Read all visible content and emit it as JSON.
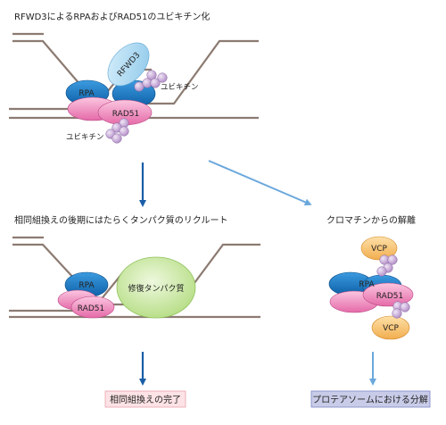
{
  "panel_top": {
    "title": "RFWD3によるRPAおよびRAD51のユビキチン化",
    "rpa": "RPA",
    "rfwd3": "RFWD3",
    "rad51": "RAD51",
    "ub_label_1": "ユビキチン",
    "ub_label_2": "ユビキチン"
  },
  "panel_left": {
    "title": "相同組換えの後期にはたらくタンパク質のリクルート",
    "rpa": "RPA",
    "rad51": "RAD51",
    "repair_protein": "修復タンパク質",
    "result": "相同組換えの完了"
  },
  "panel_right": {
    "title": "クロマチンからの解離",
    "vcp_top": "VCP",
    "rpa": "RPA",
    "rad51": "RAD51",
    "vcp_bottom": "VCP",
    "result": "プロテアソームにおける分解"
  },
  "colors": {
    "dna": "#8c7b72",
    "rpa": "#1677c2",
    "rfwd3": "#a9d8f0",
    "rad51": "#ef8cc0",
    "ubiquitin": "#c5a4d6",
    "repair": "#d3ecb0",
    "vcp": "#f8c878",
    "arrow_dark": "#1a5ea8",
    "arrow_light": "#6aa8dc",
    "result_left_bg": "#fde3e6",
    "result_right_bg": "#c9cce8"
  }
}
